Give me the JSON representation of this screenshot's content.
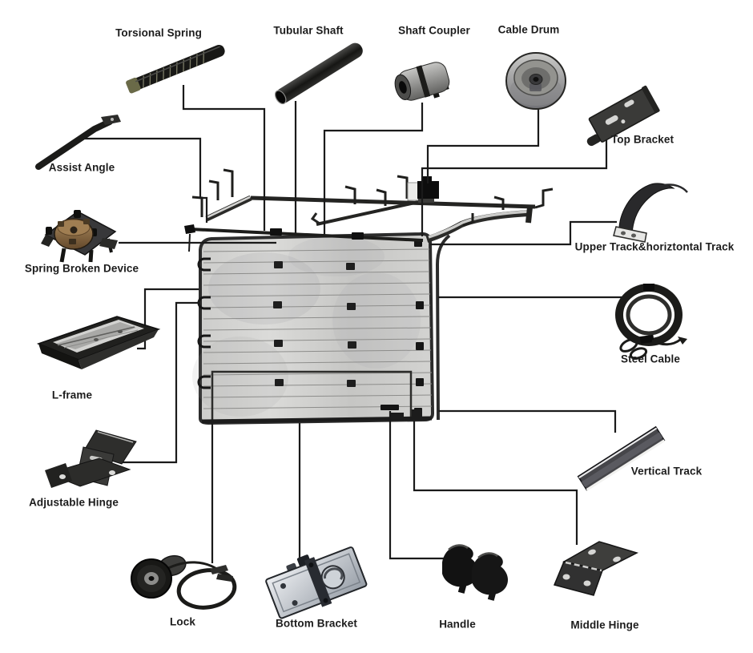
{
  "diagram": {
    "background": "#ffffff",
    "leader_color": "#1a1a1a",
    "label_color": "#1c1c1c",
    "parts": [
      {
        "id": "torsional-spring",
        "label": "Torsional Spring"
      },
      {
        "id": "tubular-shaft",
        "label": "Tubular Shaft"
      },
      {
        "id": "shaft-coupler",
        "label": "Shaft Coupler"
      },
      {
        "id": "cable-drum",
        "label": "Cable Drum"
      },
      {
        "id": "top-bracket",
        "label": "Top Bracket"
      },
      {
        "id": "assist-angle",
        "label": "Assist Angle"
      },
      {
        "id": "spring-broken-device",
        "label": "Spring Broken Device"
      },
      {
        "id": "upper-track",
        "label": "Upper Track&horiztontal Track"
      },
      {
        "id": "steel-cable",
        "label": "Steel Cable"
      },
      {
        "id": "l-frame",
        "label": "L-frame"
      },
      {
        "id": "vertical-track",
        "label": "Vertical Track"
      },
      {
        "id": "adjustable-hinge",
        "label": "Adjustable Hinge"
      },
      {
        "id": "lock",
        "label": "Lock"
      },
      {
        "id": "bottom-bracket",
        "label": "Bottom Bracket"
      },
      {
        "id": "handle",
        "label": "Handle"
      },
      {
        "id": "middle-hinge",
        "label": "Middle Hinge"
      }
    ]
  }
}
